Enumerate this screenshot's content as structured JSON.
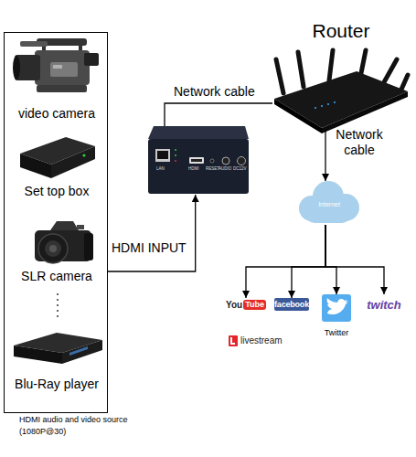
{
  "diagram": {
    "nodes": [
      {
        "text": [
          "HDMI audio and video source (1080P@30)"
        ]
      },
      {
        "text": [
          "video camera"
        ],
        "in": 0
      },
      {
        "text": [
          "Set top box"
        ],
        "in": 0
      },
      {
        "text": [
          "SLR camera"
        ],
        "in": 0
      },
      {
        "text": [
          "Blu-Ray player"
        ],
        "in": 0
      },
      {
        "text": [
          "LAN",
          "HDMI",
          "RESET",
          "AUDIO",
          "DC12V"
        ]
      },
      {
        "text": [
          "Router"
        ]
      },
      {
        "text": [
          "Internet"
        ]
      },
      {
        "text": [
          "You",
          "Tube"
        ]
      },
      {
        "text": [
          "facebook"
        ]
      },
      {
        "text": [
          "Twitter"
        ]
      },
      {
        "text": [
          "twitch"
        ]
      },
      {
        "text": [
          "livestream"
        ]
      }
    ],
    "edges": [
      {
        "from": 0,
        "to": 5,
        "label": "HDMI INPUT",
        "arrow": "to"
      },
      {
        "from": 5,
        "to": 6,
        "label": "Network cable",
        "arrow": "none"
      },
      {
        "from": 6,
        "to": 7,
        "label": "Network cable",
        "arrow": "to"
      },
      {
        "from": 7,
        "to": 8,
        "arrow": "to"
      },
      {
        "from": 7,
        "to": 9,
        "arrow": "to"
      },
      {
        "from": 7,
        "to": 10,
        "arrow": "to"
      },
      {
        "from": 7,
        "to": 11,
        "arrow": "to"
      }
    ]
  }
}
